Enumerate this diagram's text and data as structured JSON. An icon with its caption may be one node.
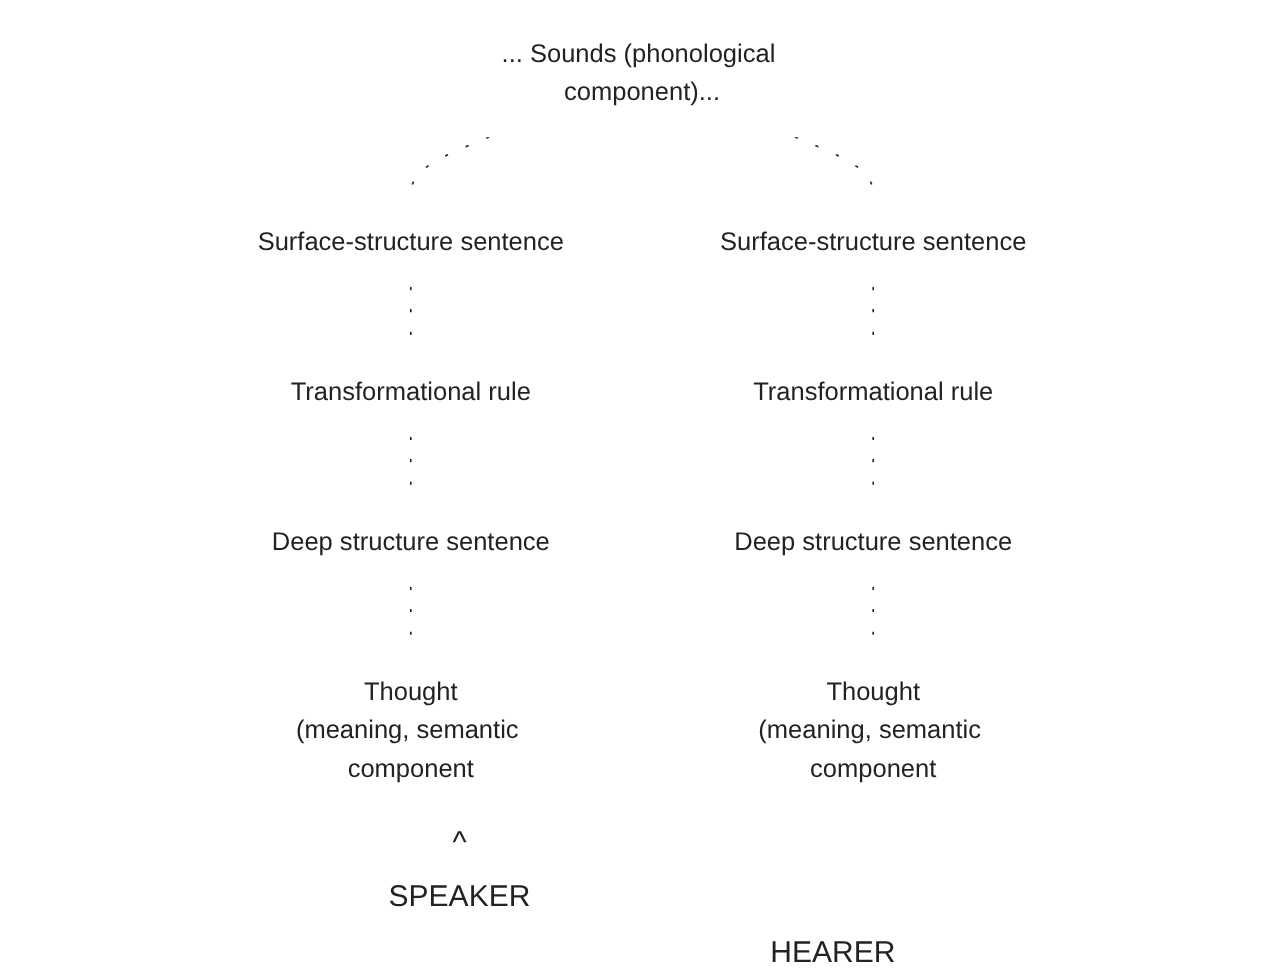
{
  "diagram": {
    "nodes": [
      {
        "text": [
          "... Sounds (phonological component)..."
        ]
      },
      {
        "text": [
          "Surface-structure sentence"
        ]
      },
      {
        "text": [
          "Surface-structure sentence"
        ]
      },
      {
        "text": [
          "Transformational rule"
        ]
      },
      {
        "text": [
          "Transformational rule"
        ]
      },
      {
        "text": [
          "Deep structure sentence"
        ]
      },
      {
        "text": [
          "Deep structure sentence"
        ]
      },
      {
        "text": [
          "Thought",
          "(meaning, semantic component"
        ]
      },
      {
        "text": [
          "Thought",
          "(meaning, semantic component"
        ]
      }
    ],
    "edges": [
      {
        "from": 0,
        "to": 1,
        "arrow": "none",
        "style": "dashed"
      },
      {
        "from": 0,
        "to": 2,
        "arrow": "none",
        "style": "dashed"
      },
      {
        "from": 1,
        "to": 3,
        "arrow": "none",
        "style": "dashed"
      },
      {
        "from": 2,
        "to": 4,
        "arrow": "none",
        "style": "dashed"
      },
      {
        "from": 3,
        "to": 5,
        "arrow": "none",
        "style": "dashed"
      },
      {
        "from": 4,
        "to": 6,
        "arrow": "none",
        "style": "dashed"
      },
      {
        "from": 5,
        "to": 7,
        "arrow": "none",
        "style": "dashed"
      },
      {
        "from": 6,
        "to": 8,
        "arrow": "none",
        "style": "dashed"
      }
    ],
    "labels": [
      "^",
      "SPEAKER",
      "HEARER"
    ]
  }
}
